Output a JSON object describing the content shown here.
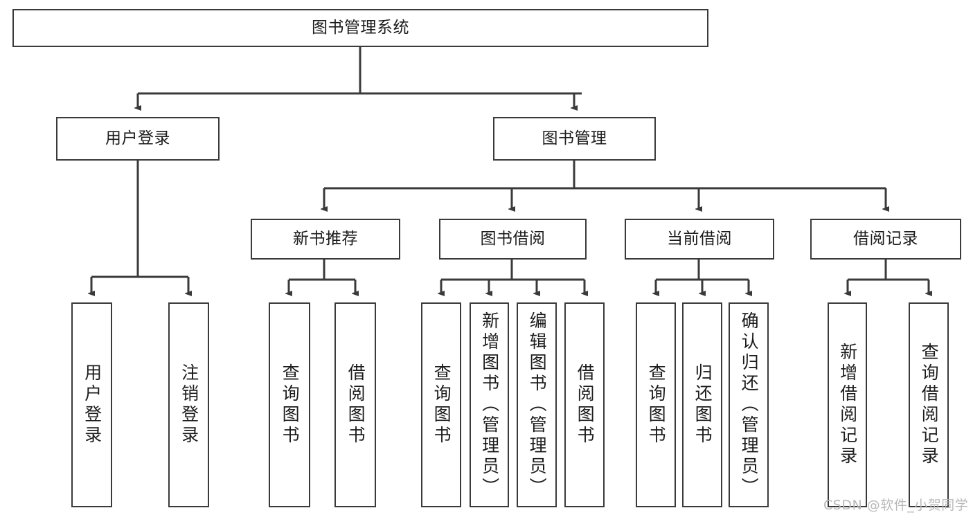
{
  "diagram": {
    "title": "图书管理系统",
    "type": "hierarchy-tree",
    "line_color": "#3a3a3a",
    "text_color": "#1c1c1c",
    "background": "#ffffff",
    "nodes": {
      "root": {
        "label": "图书管理系统"
      },
      "level2": [
        {
          "label": "用户登录"
        },
        {
          "label": "图书管理"
        }
      ],
      "level3": [
        {
          "label": "新书推荐"
        },
        {
          "label": "图书借阅"
        },
        {
          "label": "当前借阅"
        },
        {
          "label": "借阅记录"
        }
      ],
      "leaves": [
        {
          "label": "用户登录"
        },
        {
          "label": "注销登录"
        },
        {
          "label": "查询图书"
        },
        {
          "label": "借阅图书"
        },
        {
          "label": "查询图书"
        },
        {
          "label": "新增图书（管理员）"
        },
        {
          "label": "编辑图书（管理员）"
        },
        {
          "label": "借阅图书"
        },
        {
          "label": "查询图书"
        },
        {
          "label": "归还图书"
        },
        {
          "label": "确认归还（管理员）"
        },
        {
          "label": "新增借阅记录"
        },
        {
          "label": "查询借阅记录"
        }
      ]
    }
  },
  "watermark": {
    "text": "CSDN @软件_小贺同学",
    "color": "#b9b9b9"
  }
}
